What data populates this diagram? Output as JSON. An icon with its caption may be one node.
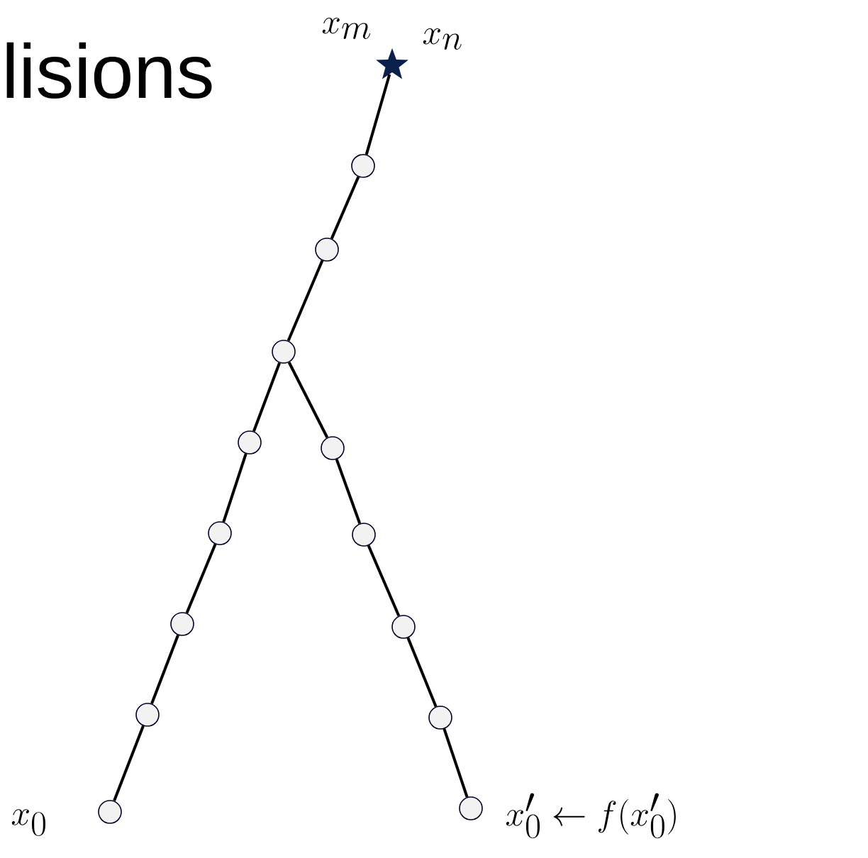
{
  "diagram": {
    "nodes": [
      {
        "text": [],
        "shape": "star",
        "beside": [
          "x_m",
          "x_n"
        ]
      },
      {
        "text": [],
        "shape": "circle"
      },
      {
        "text": [],
        "shape": "circle"
      },
      {
        "text": [],
        "shape": "circle"
      },
      {
        "text": [],
        "shape": "circle"
      },
      {
        "text": [],
        "shape": "circle"
      },
      {
        "text": [],
        "shape": "circle"
      },
      {
        "text": [],
        "shape": "circle"
      },
      {
        "text": [],
        "shape": "circle"
      },
      {
        "text": [],
        "shape": "circle"
      },
      {
        "text": [],
        "shape": "circle"
      },
      {
        "text": [],
        "shape": "circle"
      },
      {
        "text": [],
        "shape": "circle",
        "beside": [
          "x_0"
        ]
      },
      {
        "text": [],
        "shape": "circle",
        "beside": [
          "x_0' \\leftarrow f(x_0')"
        ]
      }
    ],
    "edges": [
      {
        "from": 0,
        "to": 1,
        "arrow": "none"
      },
      {
        "from": 1,
        "to": 2,
        "arrow": "none"
      },
      {
        "from": 2,
        "to": 3,
        "arrow": "none"
      },
      {
        "from": 3,
        "to": 4,
        "arrow": "none"
      },
      {
        "from": 3,
        "to": 5,
        "arrow": "none"
      },
      {
        "from": 4,
        "to": 6,
        "arrow": "none"
      },
      {
        "from": 6,
        "to": 8,
        "arrow": "none"
      },
      {
        "from": 8,
        "to": 10,
        "arrow": "none"
      },
      {
        "from": 10,
        "to": 12,
        "arrow": "none"
      },
      {
        "from": 5,
        "to": 7,
        "arrow": "none"
      },
      {
        "from": 7,
        "to": 9,
        "arrow": "none"
      },
      {
        "from": 9,
        "to": 11,
        "arrow": "none"
      },
      {
        "from": 11,
        "to": 13,
        "arrow": "none"
      }
    ],
    "labels": [
      "lisions"
    ]
  }
}
